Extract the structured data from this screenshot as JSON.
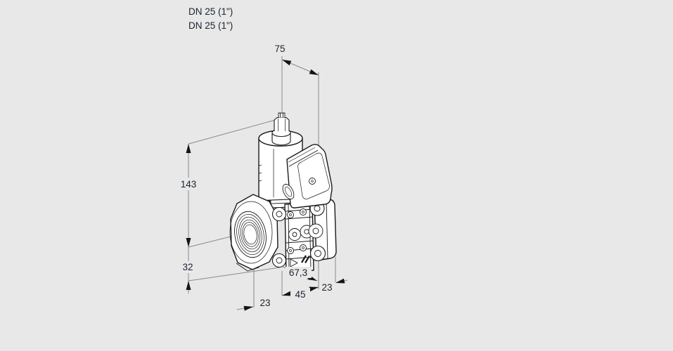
{
  "diagram": {
    "title": "valve-dimensional-drawing",
    "product_labels": {
      "line1": "DN 25 (1\")",
      "line2": "DN 25 (1\")"
    },
    "dimensions": {
      "top_width": "75",
      "height_upper": "143",
      "height_lower": "32",
      "bottom_offset_left": "23",
      "bottom_span_mid": "45",
      "bottom_diagonal": "67,3",
      "bottom_offset_right": "23"
    },
    "colors": {
      "background": "#e8e8e8",
      "drawing_line": "#1a1a1a",
      "dimension_line": "#8a8a8a",
      "label_text": "#1a2430",
      "fill": "#ffffff"
    }
  }
}
